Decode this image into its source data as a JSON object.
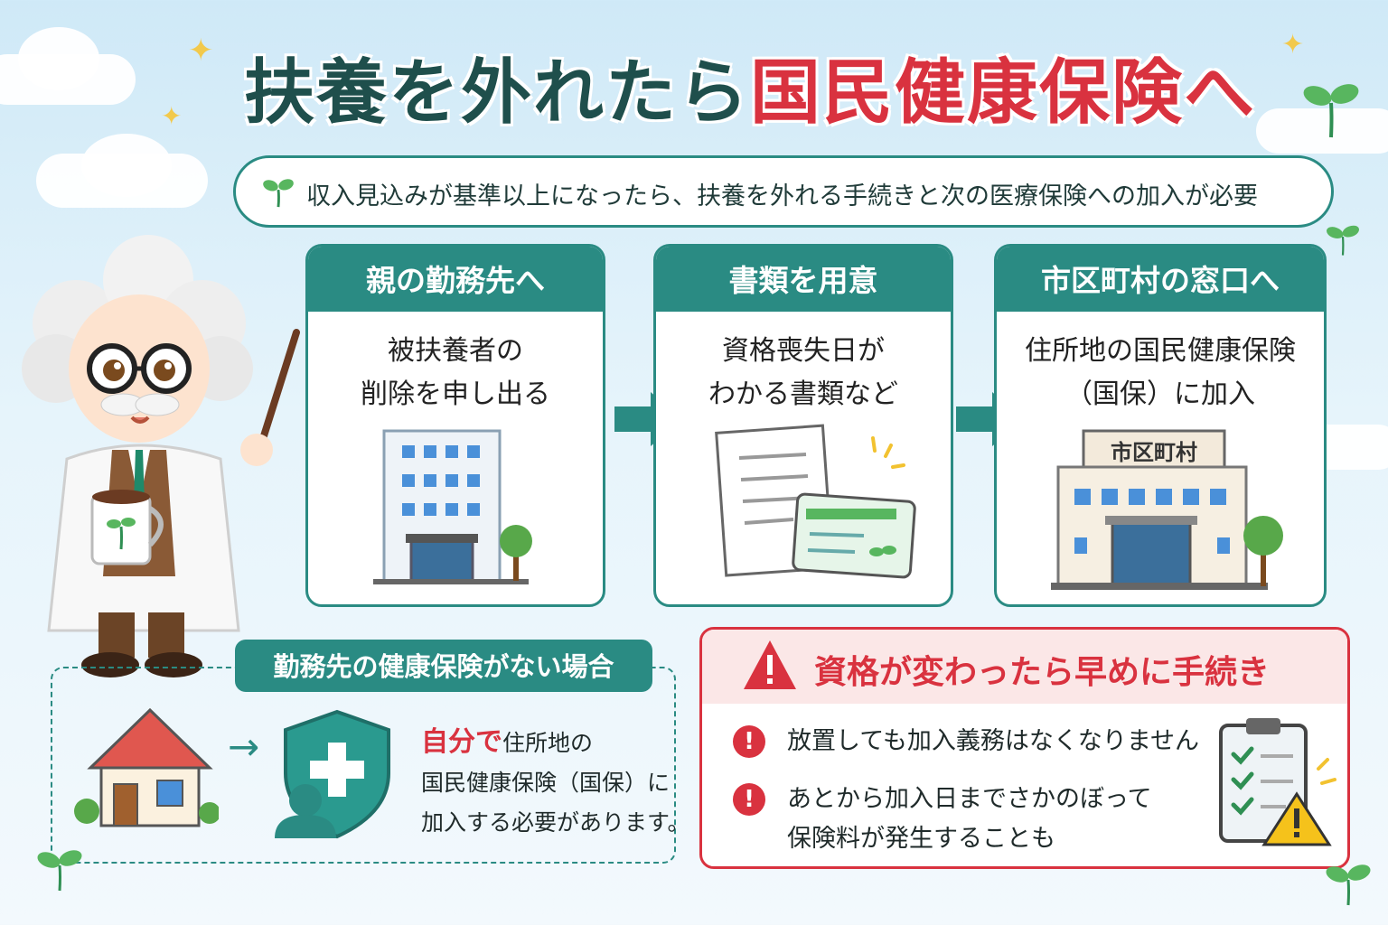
{
  "title": {
    "part1": "扶養を外れたら",
    "part2": "国民健康保険へ"
  },
  "subtitle": "収入見込みが基準以上になったら、扶養を外れる手続きと次の医療保険への加入が必要",
  "steps": [
    {
      "heading": "親の勤務先へ",
      "line1": "被扶養者の",
      "line2": "削除を申し出る"
    },
    {
      "heading": "書類を用意",
      "line1": "資格喪失日が",
      "line2": "わかる書類など"
    },
    {
      "heading": "市区町村の窓口へ",
      "line1": "住所地の国民健康保険",
      "line2": "（国保）に加入",
      "sign": "市区町村"
    }
  ],
  "no_insurance": {
    "label": "勤務先の健康保険がない場合",
    "emph": "自分で",
    "line1_rest": "住所地の",
    "line2": "国民健康保険（国保）に",
    "line3": "加入する必要があります。"
  },
  "warning": {
    "title": "資格が変わったら早めに手続き",
    "item1": "放置しても加入義務はなくなりません",
    "item2_line1": "あとから加入日までさかのぼって",
    "item2_line2": "保険料が発生することも"
  },
  "colors": {
    "teal": "#2a8b83",
    "red": "#d9323f",
    "dark": "#1f4f4c"
  }
}
